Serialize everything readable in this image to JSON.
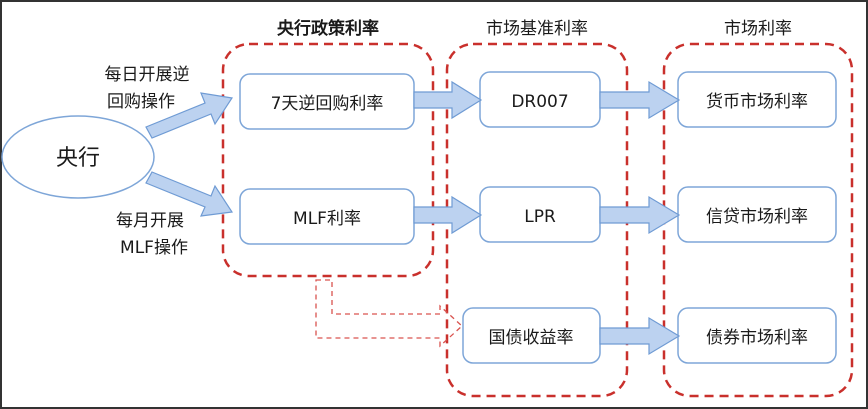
{
  "groups": {
    "policy": "央行政策利率",
    "benchmark": "市场基准利率",
    "market": "市场利率"
  },
  "source": {
    "label": "央行"
  },
  "operations": {
    "daily": [
      "每日开展逆",
      "回购操作"
    ],
    "monthly": [
      "每月开展",
      "MLF操作"
    ]
  },
  "nodes": {
    "reverse_repo": "7天逆回购利率",
    "mlf": "MLF利率",
    "dr007": "DR007",
    "lpr": "LPR",
    "treasury": "国债收益率",
    "money_market": "货币市场利率",
    "credit_market": "信贷市场利率",
    "bond_market": "债券市场利率"
  },
  "colors": {
    "group_border": "#c9302c",
    "node_border": "#7ea6d8",
    "arrow_fill": "#bcd2f0",
    "arrow_border": "#6f9bd4",
    "dashed_arrow": "#d9534f"
  }
}
